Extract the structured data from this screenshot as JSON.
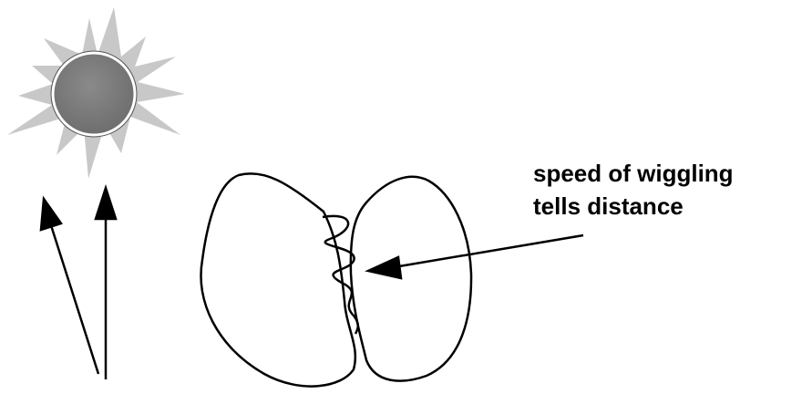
{
  "caption": {
    "line1": "speed of wiggling",
    "line2": "tells distance"
  },
  "colors": {
    "sun_rays": "#c8c8c8",
    "sun_core": "#7f7f7f",
    "ink": "#000000"
  },
  "icons": [
    "sun-icon",
    "light-ray-arrow",
    "pointer-arrow"
  ]
}
